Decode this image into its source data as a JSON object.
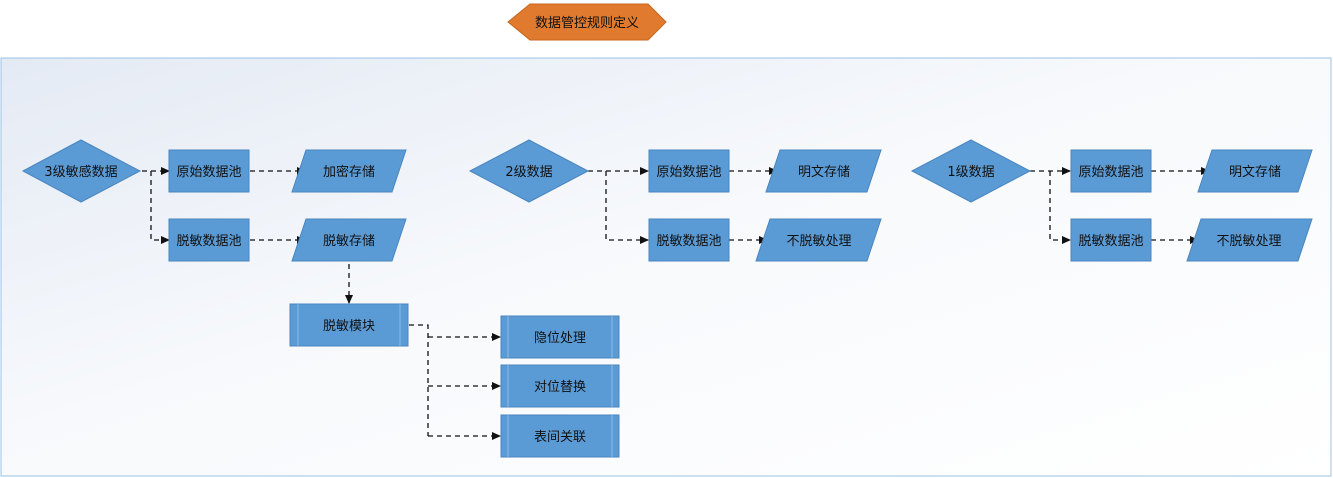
{
  "title": "数据管控规则定义",
  "colors": {
    "title_fill": "#E07A2E",
    "node_fill": "#5B9BD5",
    "node_stroke": "#4A86C0",
    "edge": "#111111",
    "panel_border": "#9DC3E6"
  },
  "groups": [
    {
      "level": {
        "label": "3级敏感数据"
      },
      "pools": [
        {
          "label": "原始数据池",
          "storage": "加密存储"
        },
        {
          "label": "脱敏数据池",
          "storage": "脱敏存储"
        }
      ]
    },
    {
      "level": {
        "label": "2级数据"
      },
      "pools": [
        {
          "label": "原始数据池",
          "storage": "明文存储"
        },
        {
          "label": "脱敏数据池",
          "storage": "不脱敏处理"
        }
      ]
    },
    {
      "level": {
        "label": "1级数据"
      },
      "pools": [
        {
          "label": "原始数据池",
          "storage": "明文存储"
        },
        {
          "label": "脱敏数据池",
          "storage": "不脱敏处理"
        }
      ]
    }
  ],
  "module": {
    "label": "脱敏模块",
    "methods": [
      "隐位处理",
      "对位替换",
      "表间关联"
    ]
  }
}
